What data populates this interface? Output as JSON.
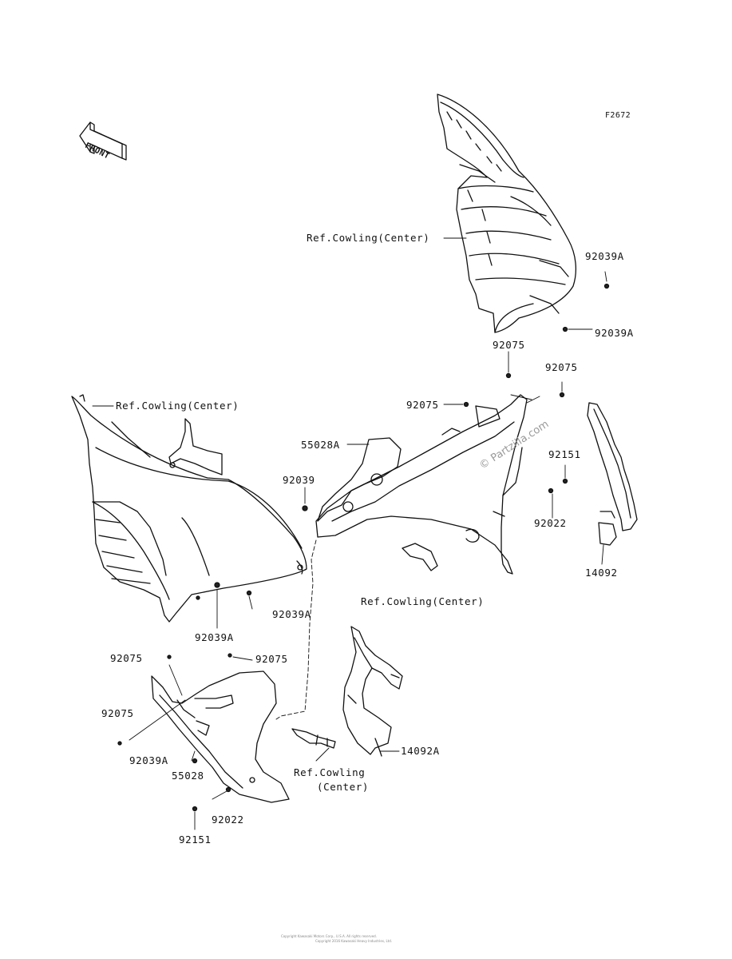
{
  "figure_code": "F2672",
  "front_label": "FRONT",
  "watermark": "© Partzilla.com",
  "footer": [
    "Copyright Kawasaki Motors Corp., U.S.A. All rights reserved.",
    "Copyright 2016 Kawasaki Heavy Industries, Ltd."
  ],
  "labels": {
    "ref_cowling_center_upper": "Ref.Cowling(Center)",
    "p92039a_right_top": "92039A",
    "p92039a_right_low": "92039A",
    "p92075_upper": "92075",
    "p92075_right": "92075",
    "p92075_mid": "92075",
    "ref_cowling_center_left": "Ref.Cowling(Center)",
    "p55028a": "55028A",
    "p92039_mid": "92039",
    "p92151_right": "92151",
    "p92022_right": "92022",
    "p14092": "14092",
    "ref_cowling_center_mid": "Ref.Cowling(Center)",
    "p92039a_mid": "92039A",
    "p92039a_left": "92039A",
    "p92075_lower_left": "92075",
    "p92075_lower_right": "92075",
    "p92075_lower_left2": "92075",
    "p92039a_lower": "92039A",
    "p55028": "55028",
    "ref_cowling_line1": "Ref.Cowling",
    "ref_cowling_line2": "(Center)",
    "p14092a": "14092A",
    "p92022_lower": "92022",
    "p92151_lower": "92151"
  }
}
